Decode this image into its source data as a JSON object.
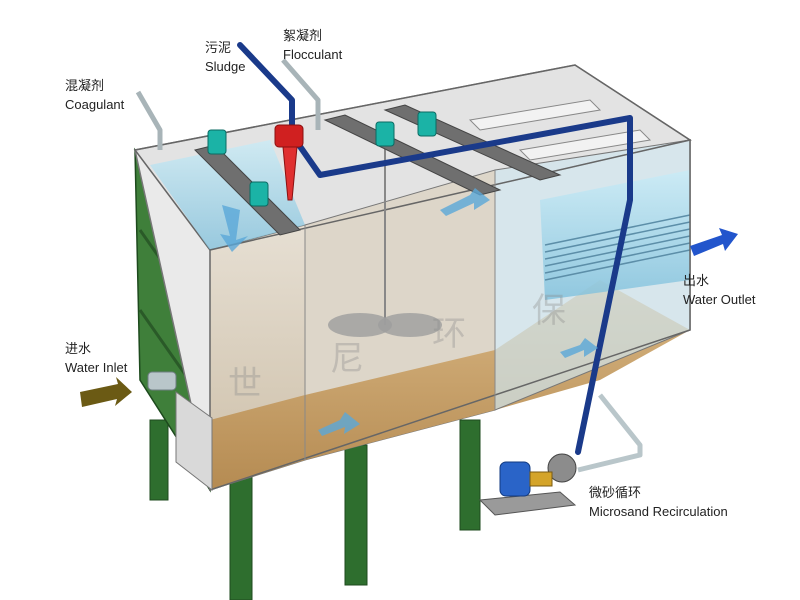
{
  "labels": {
    "sludge": {
      "zh": "污泥",
      "en": "Sludge"
    },
    "flocculant": {
      "zh": "絮凝剂",
      "en": "Flocculant"
    },
    "coagulant": {
      "zh": "混凝剂",
      "en": "Coagulant"
    },
    "water_inlet": {
      "zh": "进水",
      "en": "Water Inlet"
    },
    "water_outlet": {
      "zh": "出水",
      "en": "Water Outlet"
    },
    "microsand": {
      "zh": "微砂循环",
      "en": "Microsand Recirculation"
    }
  },
  "watermark": [
    "世",
    "尼",
    "环",
    "保"
  ],
  "colors": {
    "frame": "#2e6e2e",
    "sludge_pipe": "#1a3a8a",
    "flocculant_pump": "#d02020",
    "inlet_arrow": "#6b5a14",
    "outlet_arrow": "#2255cc",
    "motor": "#2a64c8",
    "sand": "#c9a46c",
    "water": "#a9d8ea"
  }
}
